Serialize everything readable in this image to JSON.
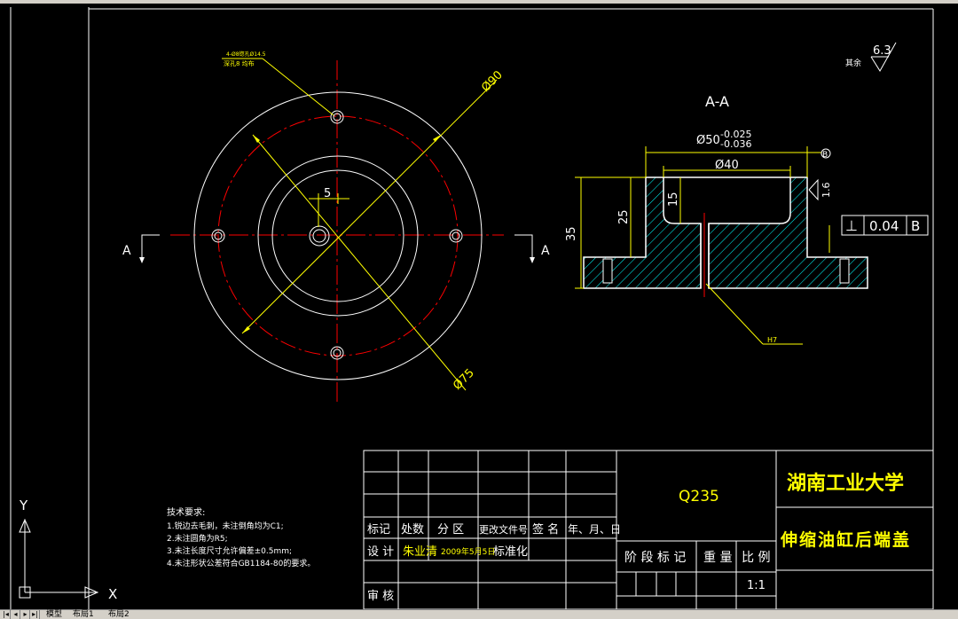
{
  "section_title": "A-A",
  "section_marks": [
    "A",
    "A"
  ],
  "dims": {
    "d90": "Ø90",
    "d75": "Ø75",
    "w5": "5",
    "d50": "Ø50",
    "d50_tol_upper": "-0.025",
    "d50_tol_lower": "-0.036",
    "d40": "Ø40",
    "h35": "35",
    "h25": "25",
    "h15": "15",
    "chamfer16": "1.6",
    "hole_callout_1": "4-Ø8锪孔Ø14.5",
    "hole_callout_2": "深孔8 均布",
    "leader_h7": "H7"
  },
  "surface_finish": {
    "note": "其余",
    "value": "6.3"
  },
  "datum_label": "B",
  "tolerance_frame": {
    "symbol": "⊥",
    "value": "0.04",
    "datum": "B"
  },
  "tech_requirements": {
    "title": "技术要求:",
    "items": [
      "1.锐边去毛刺，未注倒角均为C1;",
      "2.未注圆角为R5;",
      "3.未注长度尺寸允许偏差±0.5mm;",
      "4.未注形状公差符合GB1184-80的要求。"
    ]
  },
  "title_block": {
    "material": "Q235",
    "school": "湖南工业大学",
    "part_name": "伸缩油缸后端盖",
    "headers": [
      "标记",
      "处数",
      "分 区",
      "更改文件号",
      "签 名",
      "年、月、日"
    ],
    "row_design": {
      "label": "设 计",
      "name": "朱业清",
      "date": "2009年5月5日",
      "std": "标准化"
    },
    "row_review": {
      "label": "审 核"
    },
    "stage_headers": [
      "阶 段 标 记",
      "重 量",
      "比 例"
    ],
    "scale": "1:1"
  },
  "ucs": {
    "x": "X",
    "y": "Y"
  },
  "tabs": [
    "模型",
    "布局1",
    "布局2"
  ],
  "colors": {
    "background": "#000000",
    "geometry": "#ffffff",
    "center": "#ff0000",
    "dimension": "#ffff00",
    "hatch": "#00ffff",
    "title_text": "#ffff00"
  }
}
